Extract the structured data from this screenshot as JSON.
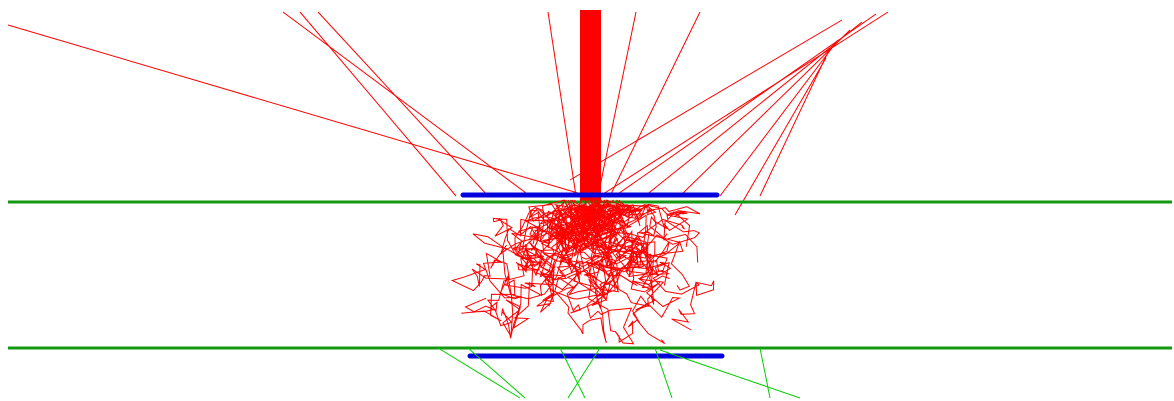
{
  "diagram": {
    "colors": {
      "background": "#ffffff",
      "beam": "#ff0000",
      "ray": "#ff0000",
      "transmitted_ray": "#00cc00",
      "boundary": "#119911",
      "detector": "#0000dd"
    },
    "elements": [
      "incident-beam",
      "reflected-rays",
      "top-boundary",
      "bottom-boundary",
      "top-detector",
      "bottom-detector",
      "scattering-paths",
      "transmitted-rays"
    ]
  }
}
